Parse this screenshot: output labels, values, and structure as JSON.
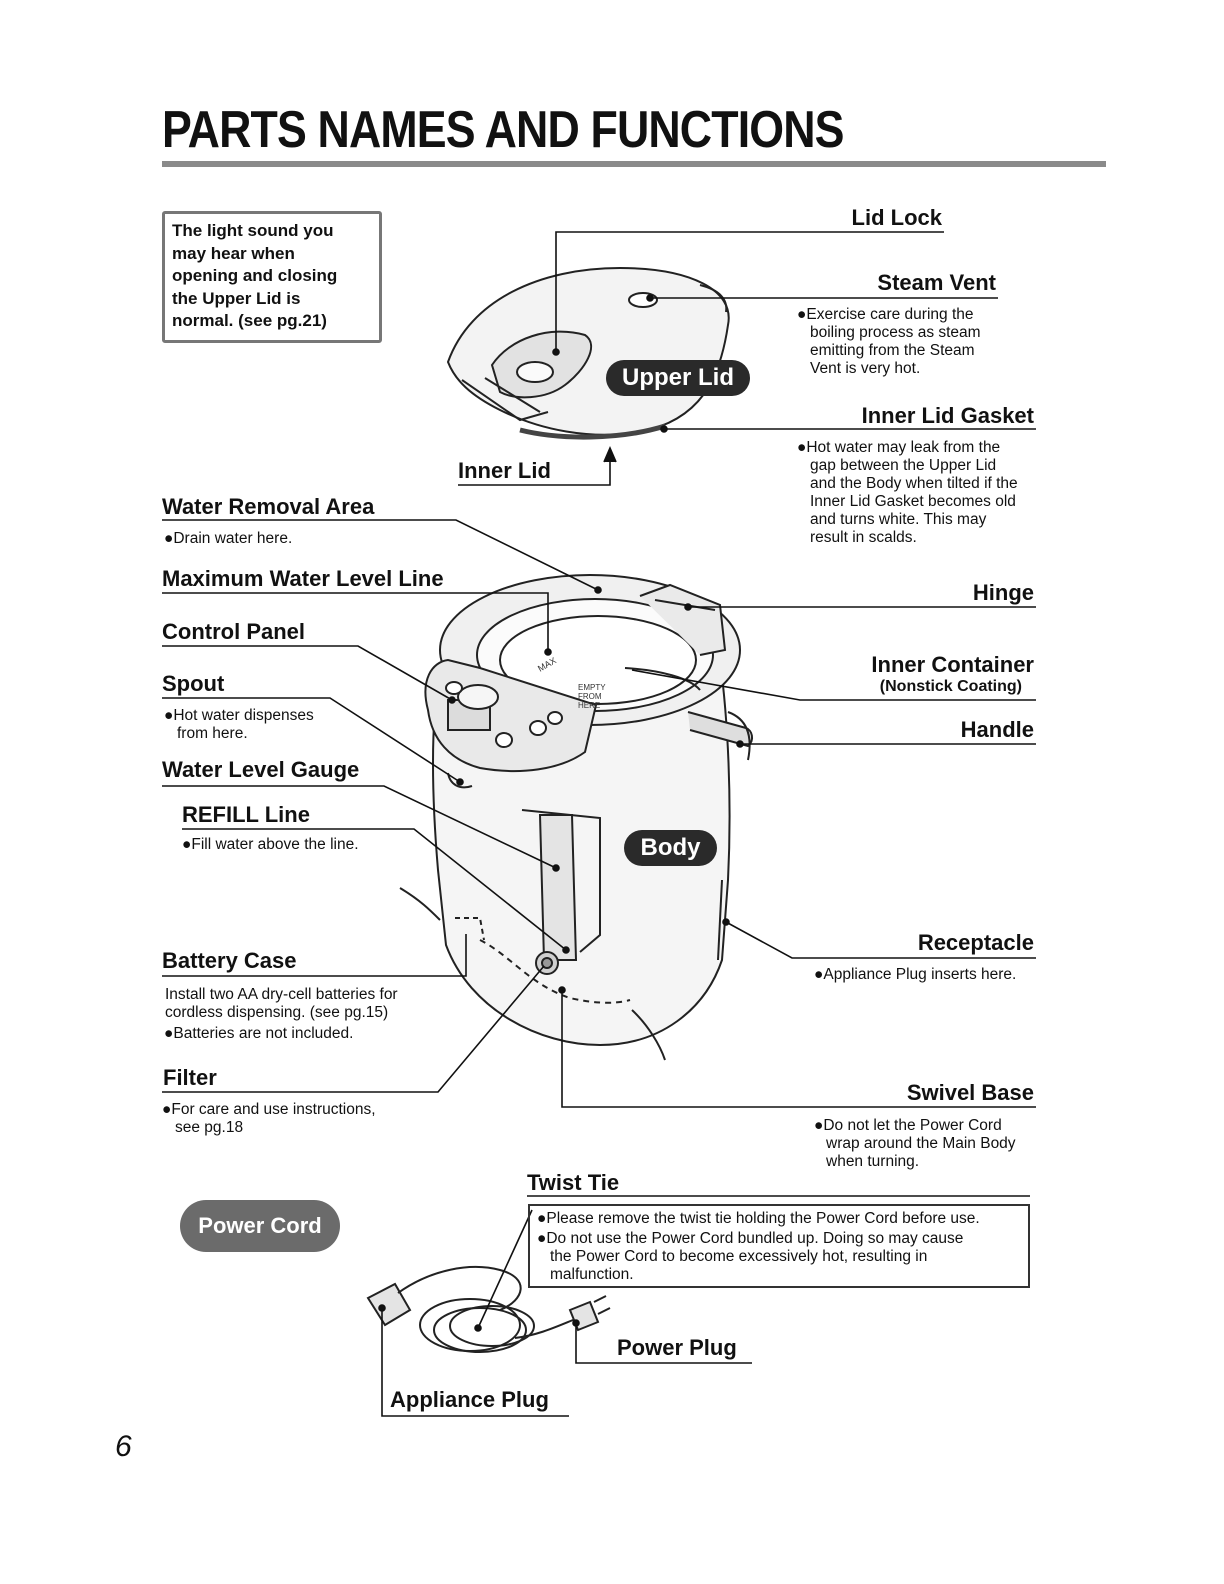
{
  "title": "PARTS NAMES AND FUNCTIONS",
  "note": [
    "The light sound you",
    "may hear when",
    "opening and closing",
    "the Upper Lid is",
    "normal. (see pg.21)"
  ],
  "badges": {
    "upper_lid": "Upper Lid",
    "body": "Body",
    "power_cord": "Power Cord"
  },
  "parts": {
    "lid_lock": {
      "label": "Lid Lock"
    },
    "steam_vent": {
      "label": "Steam Vent",
      "desc": [
        "●Exercise care during the",
        "boiling process as steam",
        "emitting from the Steam",
        "Vent is very hot."
      ]
    },
    "inner_lid_gasket": {
      "label": "Inner Lid Gasket",
      "desc": [
        "●Hot water may leak from the",
        "gap between the Upper Lid",
        "and the Body when tilted if the",
        "Inner Lid Gasket becomes old",
        "and turns white. This may",
        "result in scalds."
      ]
    },
    "inner_lid": {
      "label": "Inner Lid"
    },
    "water_removal_area": {
      "label": "Water Removal Area",
      "desc": "●Drain water here."
    },
    "max_water_level": {
      "label": "Maximum Water Level Line"
    },
    "hinge": {
      "label": "Hinge"
    },
    "control_panel": {
      "label": "Control Panel"
    },
    "inner_container": {
      "label": "Inner Container",
      "sub": "(Nonstick Coating)"
    },
    "spout": {
      "label": "Spout",
      "desc": [
        "●Hot water dispenses",
        "from here."
      ]
    },
    "handle": {
      "label": "Handle"
    },
    "water_level_gauge": {
      "label": "Water Level Gauge"
    },
    "refill_line": {
      "label": "REFILL Line",
      "desc": "●Fill water above the line."
    },
    "receptacle": {
      "label": "Receptacle",
      "desc": "●Appliance Plug inserts here."
    },
    "battery_case": {
      "label": "Battery Case",
      "desc": [
        "Install two AA dry-cell batteries for",
        "cordless dispensing. (see pg.15)",
        "●Batteries are not included."
      ]
    },
    "filter": {
      "label": "Filter",
      "desc": [
        "●For care and use instructions,",
        "see pg.18"
      ]
    },
    "swivel_base": {
      "label": "Swivel Base",
      "desc": [
        "●Do not let the Power Cord",
        "wrap around the Main Body",
        "when turning."
      ]
    },
    "twist_tie": {
      "label": "Twist Tie",
      "desc": [
        "●Please remove the twist tie holding the Power Cord before use.",
        "●Do not use the Power Cord bundled up. Doing so may cause",
        "the Power Cord to become excessively hot, resulting in",
        "malfunction."
      ]
    },
    "power_plug": {
      "label": "Power Plug"
    },
    "appliance_plug": {
      "label": "Appliance Plug"
    }
  },
  "pot_text": {
    "max": "MAX",
    "empty": [
      "EMPTY",
      "FROM",
      "HERE"
    ]
  },
  "page_number": "6"
}
